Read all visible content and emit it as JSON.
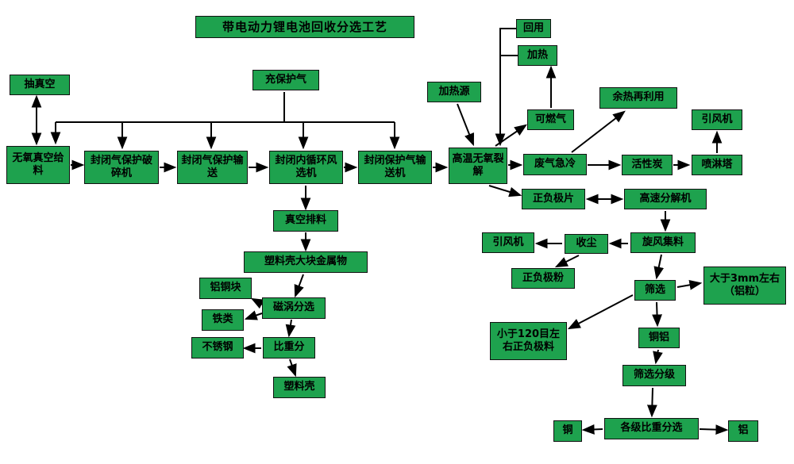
{
  "title": "带电动力锂电池回收分选工艺",
  "colors": {
    "node_fill": "#1ea24e",
    "node_border": "#111111",
    "arrow": "#000000",
    "background": "#ffffff",
    "text": "#000000"
  },
  "nodes": {
    "vacuum_pump": "抽真空",
    "vacuum_feed": "无氧真空给料",
    "crusher": "封闭气保护破碎机",
    "sealed_transfer": "封闭气保护输送",
    "protective_gas": "充保护气",
    "air_separator": "封闭内循环风选机",
    "sealed_conveyor": "封闭保护气输送机",
    "pyrolysis": "高温无氧裂解",
    "heat_source": "加热源",
    "reuse": "回用",
    "heating": "加热",
    "combustible_gas": "可燃气",
    "gas_quench": "废气急冷",
    "waste_heat": "余热再利用",
    "activated_carbon": "活性炭",
    "spray_tower": "喷淋塔",
    "draft_fan_top": "引风机",
    "electrode_sheets": "正负极片",
    "high_speed_decomposer": "高速分解机",
    "cyclone_collector": "旋风集料",
    "dust_collection": "收尘",
    "draft_fan_mid": "引风机",
    "electrode_powder": "正负极粉",
    "screening": "筛选",
    "over_3mm": "大于3mm左右（铝粒）",
    "under_120_mesh": "小于120目左右正负极料",
    "copper_aluminum": "铜铝",
    "screening_grading": "筛选分级",
    "gravity_separation": "各级比重分选",
    "copper": "铜",
    "aluminum": "铝",
    "vacuum_discharge": "真空排料",
    "plastic_metal_chunks": "塑料壳大块金属物",
    "eddy_magnetic": "磁涡分选",
    "al_cu_blocks": "铝铜块",
    "iron": "铁类",
    "gravity_sep_small": "比重分",
    "stainless_steel": "不锈钢",
    "plastic_shell": "塑料壳"
  },
  "edges": [
    {
      "from": "vacuum_pump",
      "to": "vacuum_feed",
      "bidirectional": true
    },
    {
      "from": "protective_gas",
      "to": "vacuum_feed"
    },
    {
      "from": "protective_gas",
      "to": "crusher"
    },
    {
      "from": "protective_gas",
      "to": "sealed_transfer"
    },
    {
      "from": "protective_gas",
      "to": "air_separator"
    },
    {
      "from": "protective_gas",
      "to": "sealed_conveyor"
    },
    {
      "from": "vacuum_feed",
      "to": "crusher"
    },
    {
      "from": "crusher",
      "to": "sealed_transfer"
    },
    {
      "from": "sealed_transfer",
      "to": "air_separator"
    },
    {
      "from": "air_separator",
      "to": "sealed_conveyor"
    },
    {
      "from": "sealed_conveyor",
      "to": "pyrolysis"
    },
    {
      "from": "heat_source",
      "to": "pyrolysis"
    },
    {
      "from": "pyrolysis",
      "to": "combustible_gas"
    },
    {
      "from": "combustible_gas",
      "to": "heating"
    },
    {
      "from": "heating",
      "to": "pyrolysis"
    },
    {
      "from": "reuse",
      "to": "pyrolysis"
    },
    {
      "from": "pyrolysis",
      "to": "gas_quench"
    },
    {
      "from": "gas_quench",
      "to": "waste_heat"
    },
    {
      "from": "gas_quench",
      "to": "activated_carbon"
    },
    {
      "from": "activated_carbon",
      "to": "spray_tower"
    },
    {
      "from": "spray_tower",
      "to": "draft_fan_top"
    },
    {
      "from": "pyrolysis",
      "to": "electrode_sheets"
    },
    {
      "from": "electrode_sheets",
      "to": "high_speed_decomposer",
      "bidirectional": true
    },
    {
      "from": "high_speed_decomposer",
      "to": "cyclone_collector"
    },
    {
      "from": "cyclone_collector",
      "to": "dust_collection"
    },
    {
      "from": "dust_collection",
      "to": "draft_fan_mid"
    },
    {
      "from": "dust_collection",
      "to": "electrode_powder"
    },
    {
      "from": "cyclone_collector",
      "to": "screening"
    },
    {
      "from": "screening",
      "to": "over_3mm"
    },
    {
      "from": "screening",
      "to": "under_120_mesh"
    },
    {
      "from": "screening",
      "to": "copper_aluminum"
    },
    {
      "from": "copper_aluminum",
      "to": "screening_grading"
    },
    {
      "from": "screening_grading",
      "to": "gravity_separation"
    },
    {
      "from": "gravity_separation",
      "to": "copper"
    },
    {
      "from": "gravity_separation",
      "to": "aluminum"
    },
    {
      "from": "air_separator",
      "to": "vacuum_discharge"
    },
    {
      "from": "vacuum_discharge",
      "to": "plastic_metal_chunks"
    },
    {
      "from": "plastic_metal_chunks",
      "to": "eddy_magnetic"
    },
    {
      "from": "eddy_magnetic",
      "to": "al_cu_blocks"
    },
    {
      "from": "eddy_magnetic",
      "to": "iron"
    },
    {
      "from": "eddy_magnetic",
      "to": "gravity_sep_small"
    },
    {
      "from": "gravity_sep_small",
      "to": "stainless_steel"
    },
    {
      "from": "gravity_sep_small",
      "to": "plastic_shell"
    }
  ]
}
